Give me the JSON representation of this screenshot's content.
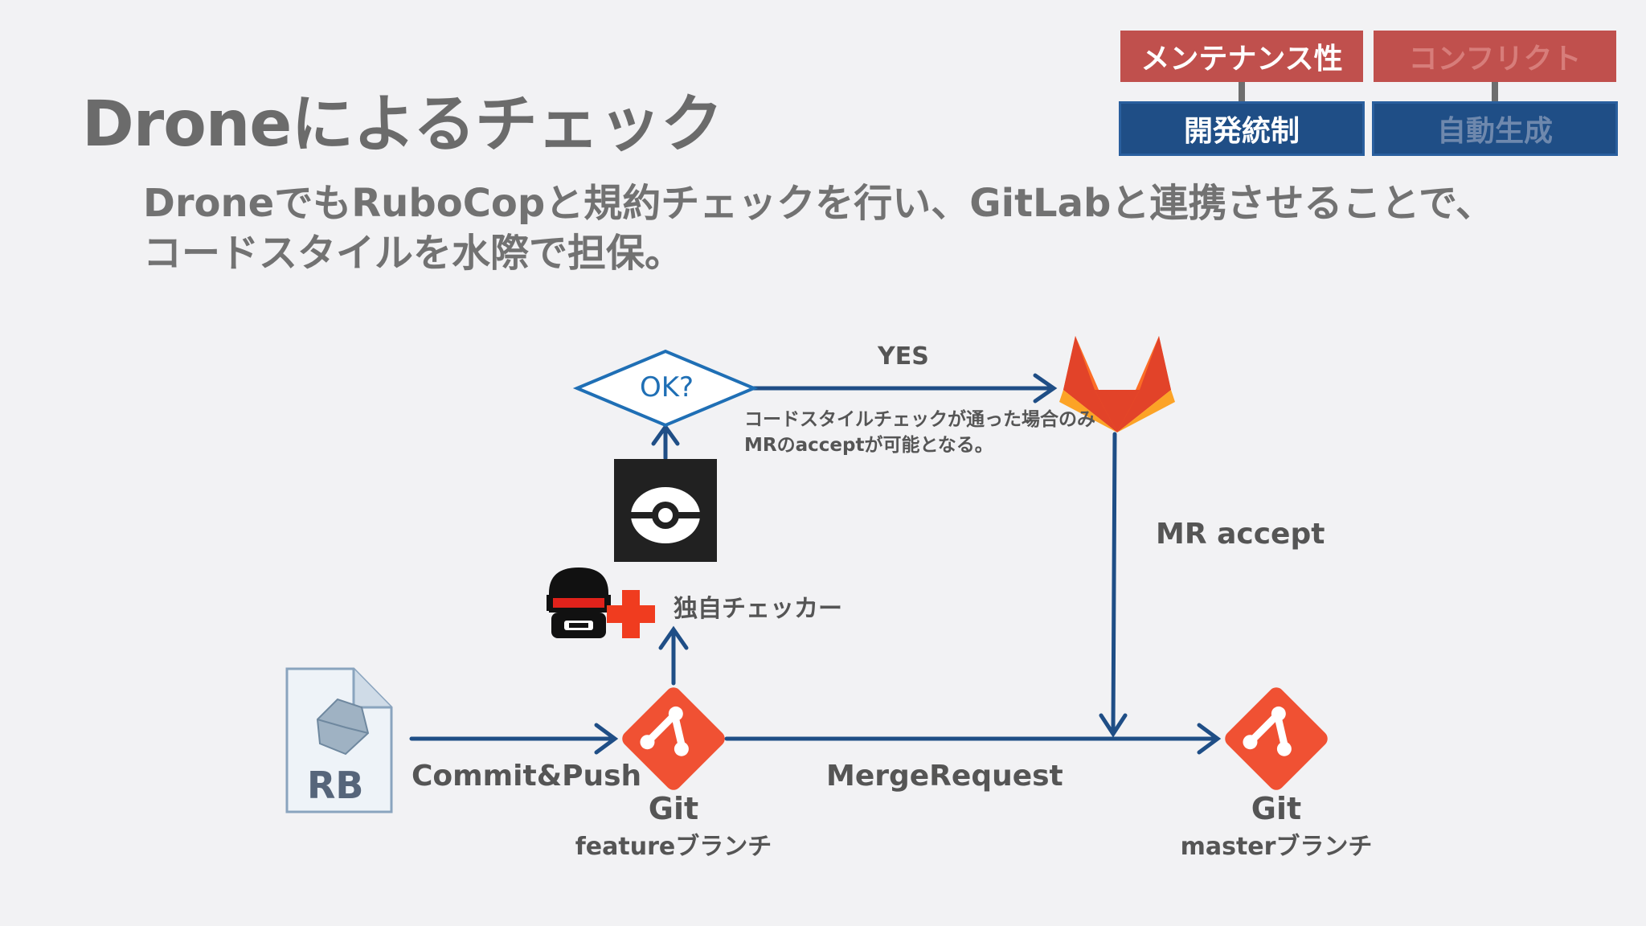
{
  "slide": {
    "title": "Droneによるチェック",
    "subtitle_line1": "DroneでもRuboCopと規約チェックを行い、GitLabと連携させることで、",
    "subtitle_line2": "コードスタイルを水際で担保。"
  },
  "tags": {
    "top": [
      "メンテナンス性",
      "コンフリクト"
    ],
    "bottom": [
      "開発統制",
      "自動生成"
    ]
  },
  "diagram": {
    "decision": "OK?",
    "yes_label": "YES",
    "note_line1": "コードスタイルチェックが通った場合のみ",
    "note_line2": "MRのacceptが可能となる。",
    "mr_accept": "MR accept",
    "custom_checker": "独自チェッカー",
    "commit_push": "Commit&Push",
    "merge_request": "MergeRequest",
    "rb_label": "RB",
    "git_feature_name": "Git",
    "git_feature_branch": "featureブランチ",
    "git_master_name": "Git",
    "git_master_branch": "masterブランチ"
  },
  "colors": {
    "arrow": "#1f4e86",
    "diamond": "#1f6fb5",
    "git": "#f05133",
    "tag_red": "#c0504d",
    "tag_blue": "#1f4e86"
  },
  "icons": [
    "rb-file-icon",
    "git-feature-icon",
    "git-master-icon",
    "drone-icon",
    "rubocop-icon",
    "plus-icon",
    "gitlab-icon"
  ]
}
